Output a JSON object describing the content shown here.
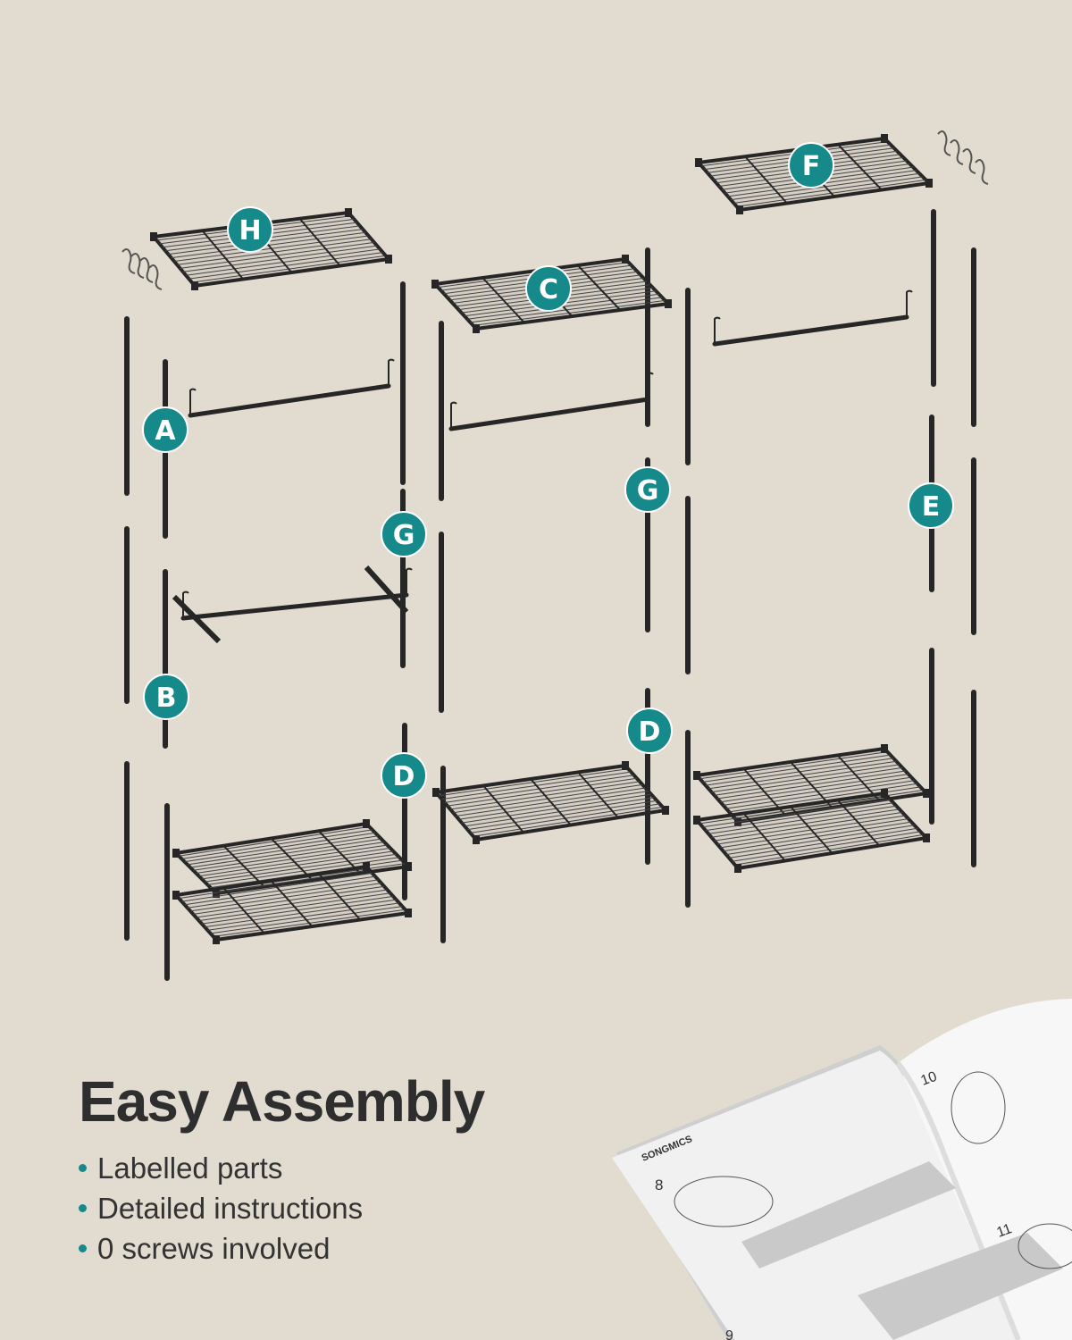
{
  "colors": {
    "background": "#e2dbd0",
    "accent": "#16898a",
    "metal": "#262626",
    "text": "#2e2e2e"
  },
  "heading": "Easy Assembly",
  "bullets": [
    "Labelled parts",
    "Detailed instructions",
    "0 screws involved"
  ],
  "part_labels": [
    "H",
    "C",
    "F",
    "A",
    "G",
    "B",
    "D",
    "G",
    "D",
    "E"
  ],
  "manual": {
    "brand": "SONGMICS",
    "steps": [
      "8",
      "10",
      "11",
      "9"
    ]
  }
}
